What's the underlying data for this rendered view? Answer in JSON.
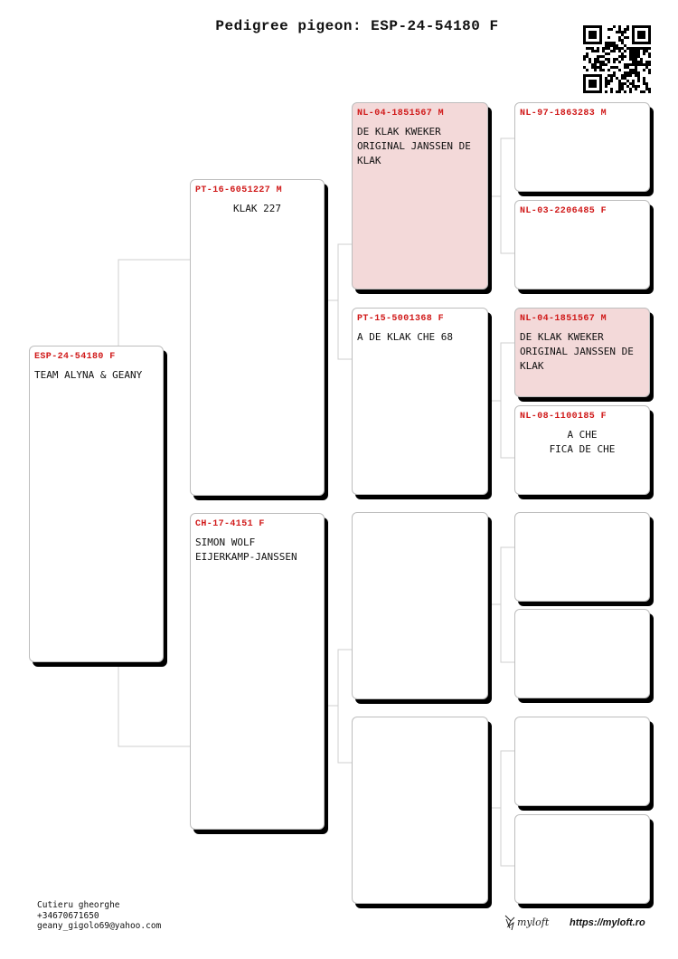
{
  "title": "Pedigree pigeon: ESP-24-54180 F",
  "colors": {
    "ring_number": "#d01818",
    "highlight_card": "#f3d9d9",
    "connector": "#cfcfcf"
  },
  "subject": {
    "ring": "ESP-24-54180 F",
    "name": "TEAM ALYNA & GEANY"
  },
  "sire": {
    "ring": "PT-16-6051227 M",
    "name": "KLAK 227"
  },
  "dam": {
    "ring": "CH-17-4151 F",
    "name": "SIMON WOLF\nEIJERKAMP-JANSSEN"
  },
  "sire_sire": {
    "ring": "NL-04-1851567 M",
    "name": "DE KLAK KWEKER\nORIGINAL JANSSEN DE\nKLAK"
  },
  "sire_dam": {
    "ring": "PT-15-5001368 F",
    "name": "A DE KLAK CHE 68"
  },
  "ggp1": {
    "ring": "NL-97-1863283 M",
    "name": ""
  },
  "ggp2": {
    "ring": "NL-03-2206485 F",
    "name": ""
  },
  "ggp3": {
    "ring": "NL-04-1851567 M",
    "name": "DE KLAK KWEKER\nORIGINAL JANSSEN DE\nKLAK"
  },
  "ggp4": {
    "ring": "NL-08-1100185 F",
    "name": "A CHE\nFICA DE CHE"
  },
  "footer": {
    "owner": "Cutieru gheorghe",
    "phone": "+34670671650",
    "email": "geany_gigolo69@yahoo.com"
  },
  "brand": {
    "logo_text": "myloft",
    "website": "https://myloft.ro"
  }
}
